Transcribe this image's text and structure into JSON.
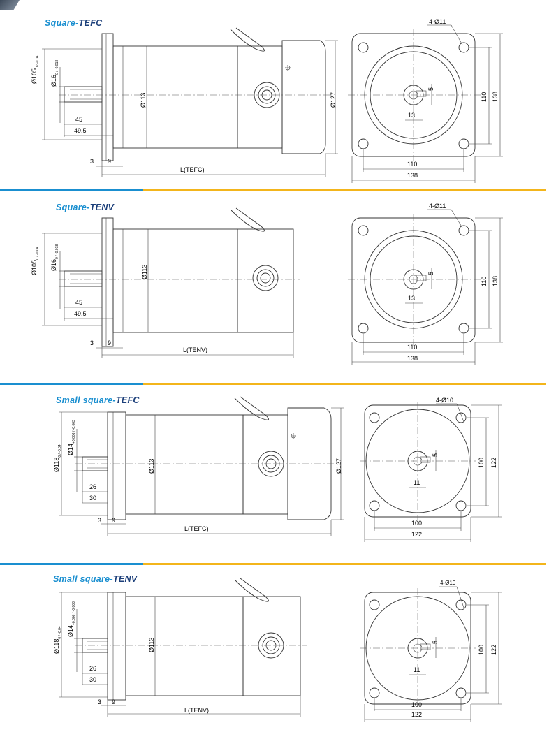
{
  "sections": [
    {
      "title_a": "Square-",
      "title_b": "TEFC",
      "shaft_dia": "Ø16",
      "shaft_tol": "0 / -0.018",
      "flange_dia": "Ø105",
      "flange_tol": "0 / -0.04",
      "body_dia": "Ø113",
      "box_dia": "Ø127",
      "key_len": "45",
      "shaft_len": "49.5",
      "dim_a": "3",
      "dim_b": "9",
      "length_label": "L(TEFC)",
      "holes": "4-Ø11",
      "key_w": "5",
      "key_h": "13",
      "pcd": "110",
      "frame": "138"
    },
    {
      "title_a": "Square-",
      "title_b": "TENV",
      "shaft_dia": "Ø16",
      "shaft_tol": "0 / -0.018",
      "flange_dia": "Ø105",
      "flange_tol": "0 / -0.04",
      "body_dia": "Ø113",
      "key_len": "45",
      "shaft_len": "49.5",
      "dim_a": "3",
      "dim_b": "9",
      "length_label": "L(TENV)",
      "holes": "4-Ø11",
      "key_w": "5",
      "key_h": "13",
      "pcd": "110",
      "frame": "138"
    },
    {
      "title_a": "Small square-",
      "title_b": "TEFC",
      "shaft_dia": "Ø14",
      "shaft_tol": "+0.006 / -0.003",
      "flange_dia": "Ø118",
      "flange_tol": "0 / -0.04",
      "body_dia": "Ø113",
      "box_dia": "Ø127",
      "key_len": "26",
      "shaft_len": "30",
      "dim_a": "3",
      "dim_b": "9",
      "length_label": "L(TEFC)",
      "holes": "4-Ø10",
      "key_w": "5",
      "key_h": "11",
      "pcd": "100",
      "frame": "122"
    },
    {
      "title_a": "Small square-",
      "title_b": "TENV",
      "shaft_dia": "Ø14",
      "shaft_tol": "+0.006 / -0.003",
      "flange_dia": "Ø118",
      "flange_tol": "0 / -0.04",
      "body_dia": "Ø113",
      "key_len": "26",
      "shaft_len": "30",
      "dim_a": "3",
      "dim_b": "9",
      "length_label": "L(TENV)",
      "holes": "4-Ø10",
      "key_w": "5",
      "key_h": "11",
      "pcd": "100",
      "frame": "122"
    }
  ]
}
